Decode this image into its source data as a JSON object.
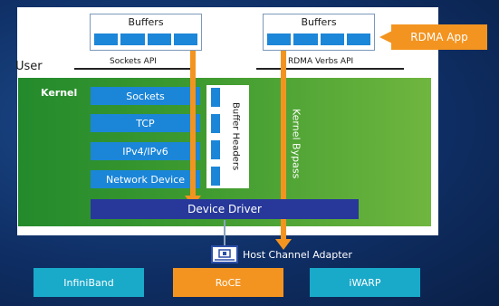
{
  "app_buffers": {
    "title": "Buffers"
  },
  "rdma_buffers": {
    "title": "Buffers"
  },
  "rdma_app": {
    "label": "RDMA App"
  },
  "user": {
    "label": "User"
  },
  "apis": {
    "sockets": "Sockets API",
    "rdma_verbs": "RDMA Verbs API"
  },
  "kernel": {
    "label": "Kernel"
  },
  "stack": {
    "sockets": "Sockets",
    "tcp": "TCP",
    "ip": "IPv4/IPv6",
    "network_device": "Network Device"
  },
  "buffer_headers": {
    "label": "Buffer Headers"
  },
  "kernel_bypass": {
    "label": "Kernel Bypass"
  },
  "device_driver": {
    "label": "Device Driver"
  },
  "hca": {
    "label": "Host Channel Adapter"
  },
  "transports": {
    "infiniband": "InfiniBand",
    "roce": "RoCE",
    "iwarp": "iWARP"
  },
  "colors": {
    "orange": "#f39420",
    "blue": "#1b86d8",
    "cyan": "#19a9c9",
    "navy": "#27389a",
    "green": "#3f9b30"
  }
}
